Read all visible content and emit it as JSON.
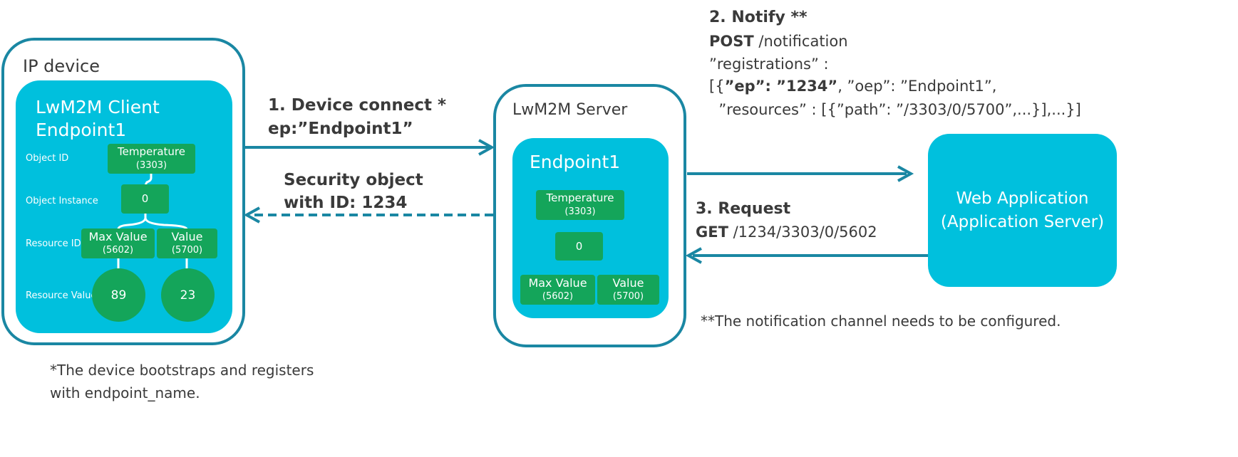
{
  "ip_device": {
    "title": "IP device",
    "client_title_line1": "LwM2M Client",
    "client_title_line2": "Endpoint1",
    "levels": [
      "Object ID",
      "Object Instance",
      "Resource ID",
      "Resource Value"
    ],
    "object": {
      "name": "Temperature",
      "id": "(3303)"
    },
    "instance": "0",
    "resources": [
      {
        "name": "Max Value",
        "id": "(5602)",
        "value": "89"
      },
      {
        "name": "Value",
        "id": "(5700)",
        "value": "23"
      }
    ]
  },
  "server": {
    "title": "LwM2M Server",
    "endpoint_title": "Endpoint1",
    "object": {
      "name": "Temperature",
      "id": "(3303)"
    },
    "instance": "0",
    "resources": [
      {
        "name": "Max Value",
        "id": "(5602)"
      },
      {
        "name": "Value",
        "id": "(5700)"
      }
    ]
  },
  "web_app": {
    "line1": "Web Application",
    "line2": "(Application Server)"
  },
  "step1": {
    "line1": "1. Device connect *",
    "line2": "ep:”Endpoint1”"
  },
  "security": {
    "line1": "Security object",
    "line2": "with ID: 1234"
  },
  "step2": {
    "line1": "2. Notify **",
    "post_bold": "POST",
    "post_path": " /notification",
    "line3": "”registrations” :",
    "line4_open": "[{",
    "line4_bold": "”ep”: ”1234”",
    "line4_rest": ", ”oep”: ”Endpoint1”,",
    "line5": "  ”resources” : [{”path”: ”/3303/0/5700”,...}],...}]"
  },
  "step3": {
    "line1": "3. Request",
    "get_bold": "GET",
    "get_path": " /1234/3303/0/5602"
  },
  "footnote_notify": "**The notification channel needs to be configured.",
  "footnote_device_line1": "*The device bootstraps and registers",
  "footnote_device_line2": "with endpoint_name.",
  "colors": {
    "outline": "#1a87a3",
    "cyan": "#00c0dd",
    "node": "#14a55a",
    "arrow": "#1a87a3"
  }
}
